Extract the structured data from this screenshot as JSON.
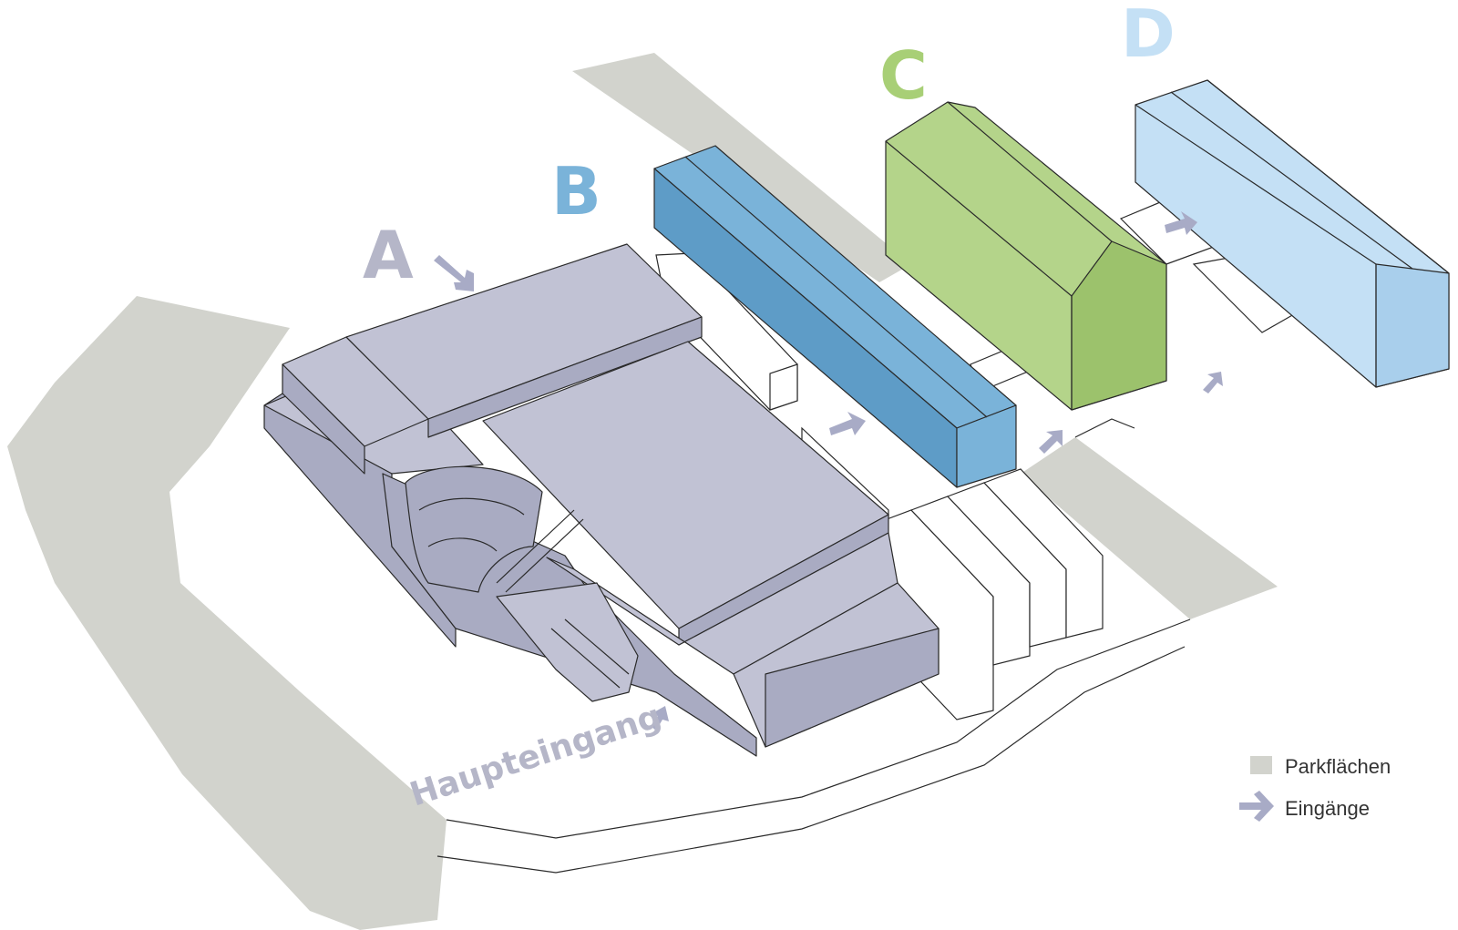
{
  "colors": {
    "parking": "#d2d3cd",
    "building_a": "#c1c2d4",
    "building_a_dark": "#a9abc2",
    "building_b": "#7ab3d9",
    "building_b_dark": "#5e9cc7",
    "building_c": "#b4d48a",
    "building_c_dark": "#9cc26c",
    "building_d": "#c4e0f5",
    "building_d_dark": "#a9cfec",
    "arrow": "#a8abc6",
    "outline": "#2a2a2a",
    "ground": "#ffffff"
  },
  "labels": {
    "building_a": "A",
    "building_b": "B",
    "building_c": "C",
    "building_d": "D",
    "main_entrance": "Haupteingang"
  },
  "legend": {
    "parking_label": "Parkflächen",
    "entrances_label": "Eingänge"
  },
  "icons": {
    "entrance_arrow": "arrow-icon",
    "parking_swatch": "swatch-icon"
  }
}
